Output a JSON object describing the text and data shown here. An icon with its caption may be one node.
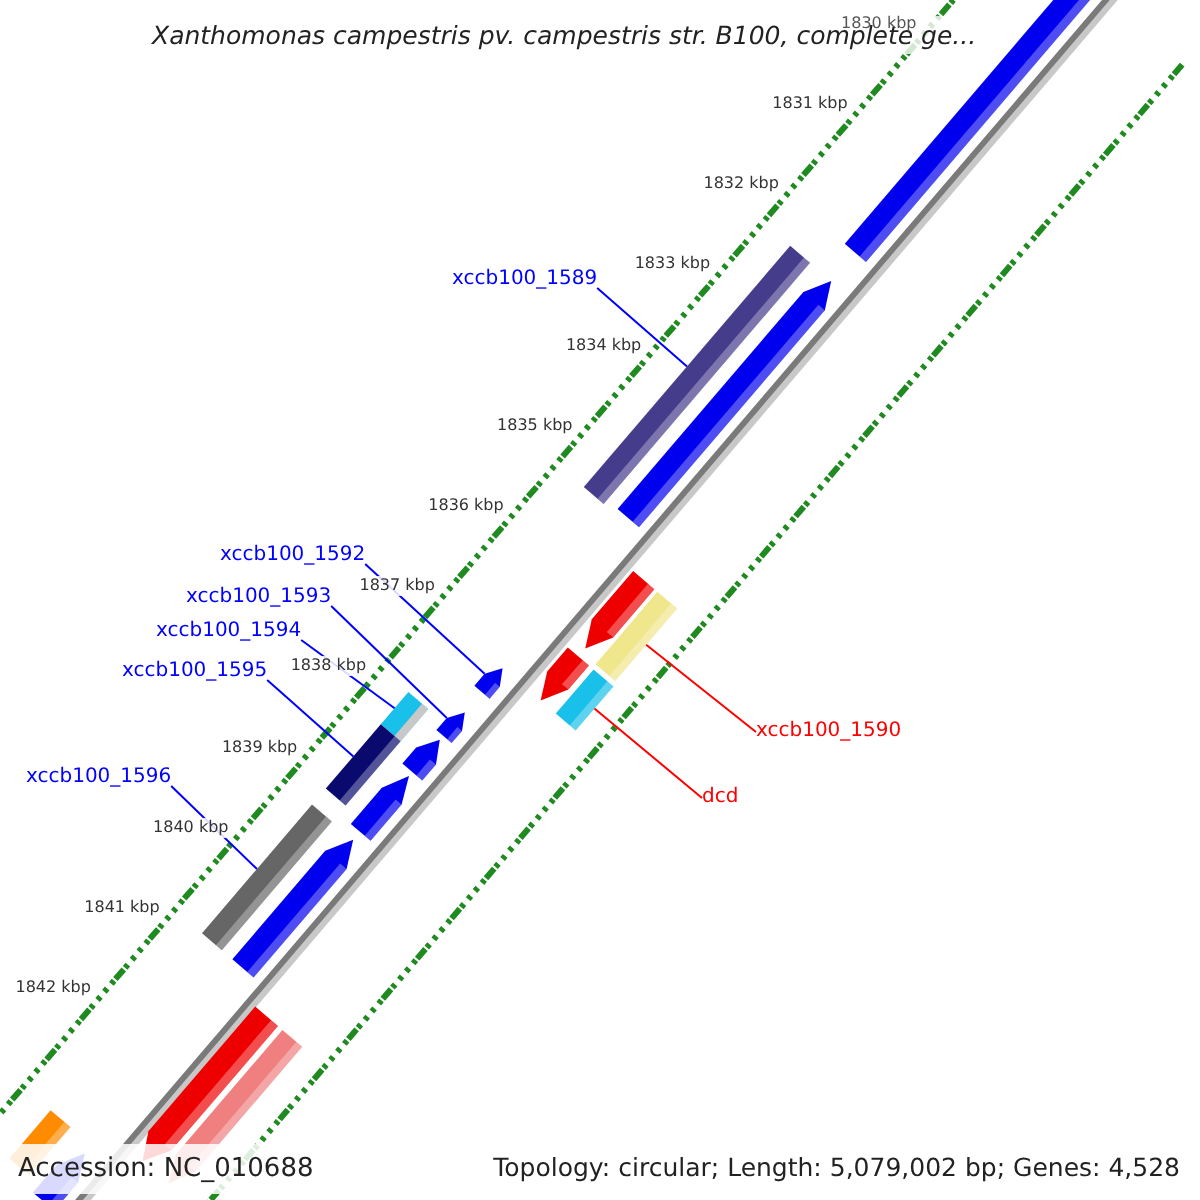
{
  "diagram": {
    "title": "Xanthomonas campestris pv. campestris str. B100, complete ge...",
    "nodes": [
      {
        "text": [
          "xccb100_1589"
        ]
      },
      {
        "text": [],
        "shape": "bar"
      },
      {
        "text": [
          "xccb100_1592"
        ]
      },
      {
        "text": [],
        "shape": "arrow"
      },
      {
        "text": [
          "xccb100_1593"
        ]
      },
      {
        "text": [],
        "shape": "arrow"
      },
      {
        "text": [
          "xccb100_1594"
        ]
      },
      {
        "text": [],
        "shape": "bar"
      },
      {
        "text": [
          "xccb100_1595"
        ]
      },
      {
        "text": [],
        "shape": "bar"
      },
      {
        "text": [
          "xccb100_1596"
        ]
      },
      {
        "text": [],
        "shape": "bar"
      },
      {
        "text": [
          "xccb100_1590"
        ]
      },
      {
        "text": [],
        "shape": "bar"
      },
      {
        "text": [
          "dcd"
        ]
      },
      {
        "text": [],
        "shape": "bar"
      }
    ],
    "edges": [
      {
        "from": 0,
        "to": 1,
        "arrow": "none"
      },
      {
        "from": 2,
        "to": 3,
        "arrow": "none"
      },
      {
        "from": 4,
        "to": 5,
        "arrow": "none"
      },
      {
        "from": 6,
        "to": 7,
        "arrow": "none"
      },
      {
        "from": 8,
        "to": 9,
        "arrow": "none"
      },
      {
        "from": 10,
        "to": 11,
        "arrow": "none"
      },
      {
        "from": 12,
        "to": 13,
        "arrow": "none",
        "color": "#ff0000"
      },
      {
        "from": 14,
        "to": 15,
        "arrow": "none",
        "color": "#ff0000"
      }
    ],
    "labels": [
      "1830 kbp",
      "1831 kbp",
      "1832 kbp",
      "1833 kbp",
      "1834 kbp",
      "1835 kbp",
      "1836 kbp",
      "1837 kbp",
      "1838 kbp",
      "1839 kbp",
      "1840 kbp",
      "1841 kbp",
      "1842 kbp",
      "Accession: NC_010688",
      "Topology: circular; Length: 5,079,002 bp; Genes: 4,528"
    ]
  }
}
